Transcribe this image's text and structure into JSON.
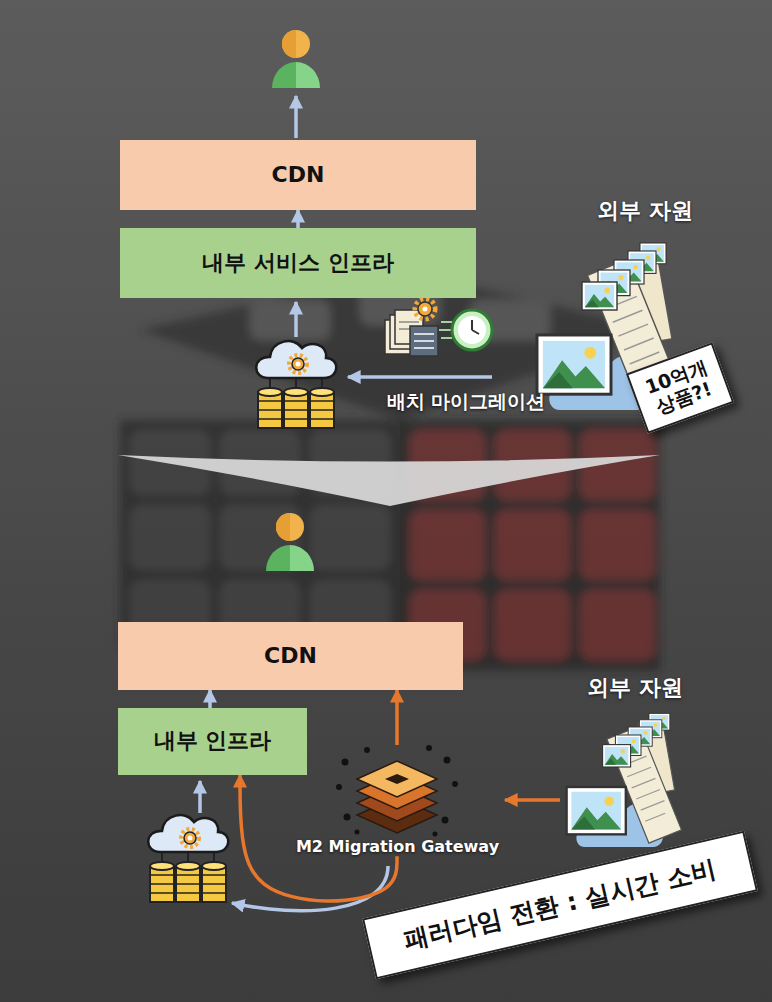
{
  "diagram": {
    "nodes": [
      {
        "text": [
          "CDN"
        ]
      },
      {
        "text": [
          "내부 서비스 인프라"
        ]
      },
      {
        "text": [
          "외부 자원"
        ]
      },
      {
        "text": [
          "10억개 상품?!"
        ]
      },
      {
        "text": [
          "CDN"
        ]
      },
      {
        "text": [
          "내부 인프라"
        ]
      },
      {
        "text": [
          "M2 Migration Gateway"
        ]
      },
      {
        "text": [
          "외부 자원"
        ]
      },
      {
        "text": [
          "패러다임 전환 : 실시간 소비"
        ]
      }
    ],
    "edges": [
      {
        "from": 1,
        "to": 0,
        "arrow": "to"
      },
      {
        "from": 7,
        "to": 6,
        "arrow": "to"
      },
      {
        "from": 6,
        "to": 4,
        "arrow": "to"
      },
      {
        "from": 6,
        "to": 5,
        "arrow": "to"
      },
      {
        "from": 5,
        "to": 4,
        "arrow": "to"
      }
    ],
    "labels": [
      "배치 마이그레이션"
    ]
  }
}
